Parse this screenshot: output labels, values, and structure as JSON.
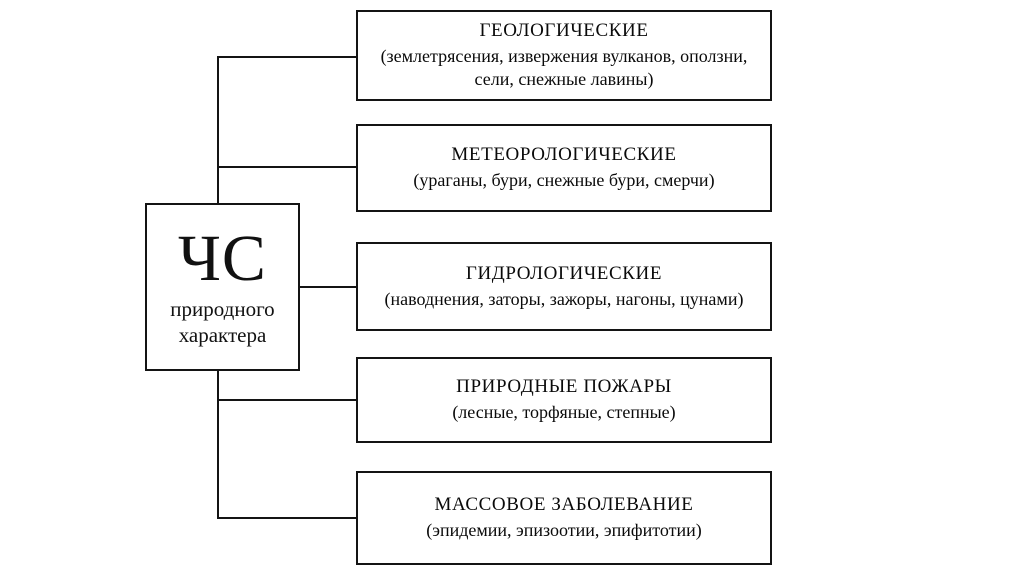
{
  "diagram": {
    "root": {
      "abbr": "ЧС",
      "sub_line1": "природного",
      "sub_line2": "характера"
    },
    "categories": [
      {
        "title": "ГЕОЛОГИЧЕСКИЕ",
        "subtitle": "(землетрясения, извержения вулканов, оползни, сели, снежные лавины)"
      },
      {
        "title": "МЕТЕОРОЛОГИЧЕСКИЕ",
        "subtitle": "(ураганы, бури, снежные бури, смерчи)"
      },
      {
        "title": "ГИДРОЛОГИЧЕСКИЕ",
        "subtitle": "(наводнения, заторы, зажоры, нагоны, цунами)"
      },
      {
        "title": "ПРИРОДНЫЕ ПОЖАРЫ",
        "subtitle": "(лесные, торфяные, степные)"
      },
      {
        "title": "МАССОВОЕ ЗАБОЛЕВАНИЕ",
        "subtitle": "(эпидемии, эпизоотии, эпифитотии)"
      }
    ],
    "colors": {
      "line": "#141414",
      "text": "#0d0d0d",
      "background": "#ffffff"
    }
  }
}
